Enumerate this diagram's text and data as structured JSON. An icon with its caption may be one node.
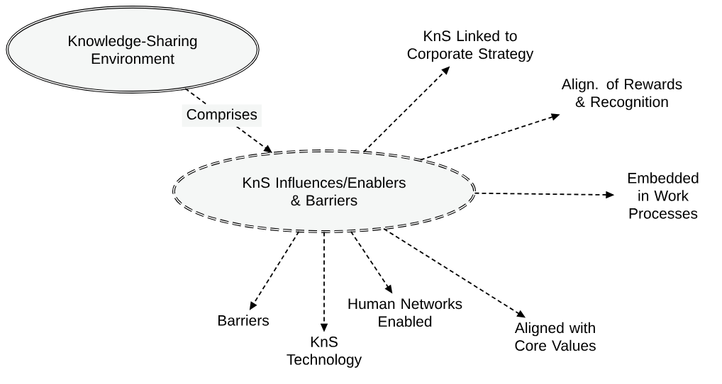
{
  "diagram": {
    "nodes": [
      {
        "text": [
          "Knowledge-Sharing Environment"
        ]
      },
      {
        "text": [
          "KnS Influences/Enablers & Barriers"
        ]
      },
      {
        "text": [
          "KnS Linked to Corporate Strategy"
        ]
      },
      {
        "text": [
          "Align. of Rewards & Recognition"
        ]
      },
      {
        "text": [
          "Embedded in Work Processes"
        ]
      },
      {
        "text": [
          "Aligned with Core Values"
        ]
      },
      {
        "text": [
          "Human Networks Enabled"
        ]
      },
      {
        "text": [
          "KnS Technology"
        ]
      },
      {
        "text": [
          "Barriers"
        ]
      }
    ],
    "edges": [
      {
        "from": 0,
        "to": 1,
        "arrow": "to",
        "label": "Comprises"
      },
      {
        "from": 1,
        "to": 2,
        "arrow": "to"
      },
      {
        "from": 1,
        "to": 3,
        "arrow": "to"
      },
      {
        "from": 1,
        "to": 4,
        "arrow": "to"
      },
      {
        "from": 1,
        "to": 5,
        "arrow": "to"
      },
      {
        "from": 1,
        "to": 6,
        "arrow": "to"
      },
      {
        "from": 1,
        "to": 7,
        "arrow": "to"
      },
      {
        "from": 1,
        "to": 8,
        "arrow": "to"
      }
    ]
  }
}
